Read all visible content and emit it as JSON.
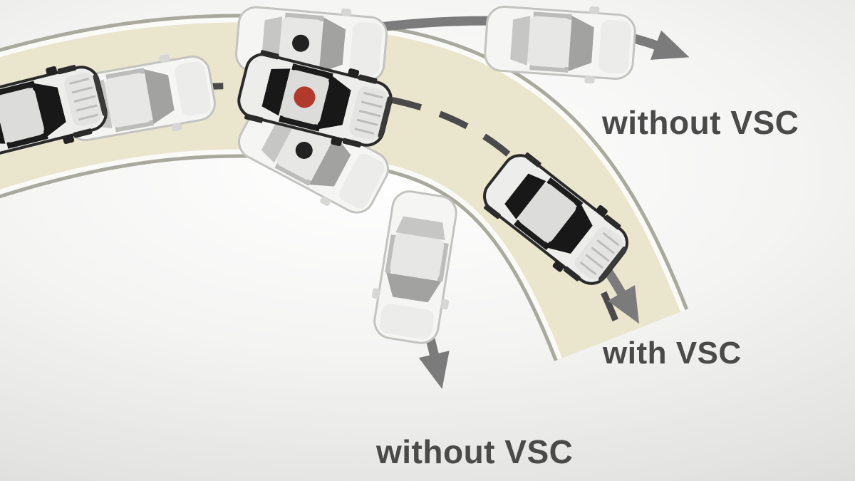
{
  "diagram": {
    "labels": {
      "without_vsc_top": "without VSC",
      "with_vsc": "with VSC",
      "without_vsc_bottom": "without VSC"
    },
    "colors": {
      "road": "#eae5cd",
      "road_edge_line": "#fafaf7",
      "road_border": "#a9a99e",
      "lane_divider": "#4a4a4a",
      "arrow": "#7b7b7b",
      "label_text": "#4a4a4a",
      "vsc_car_marker_red": "#b13a2c",
      "ghost_car_marker_black": "#222222"
    },
    "cars": [
      {
        "name": "car-entering-curve-dark"
      },
      {
        "name": "car-trail-ghost-left"
      },
      {
        "name": "car-ghost-straight-ahead"
      },
      {
        "name": "car-main-highlighted-red-marker"
      },
      {
        "name": "car-ghost-oversteer"
      },
      {
        "name": "car-spinning-out-without-vsc"
      },
      {
        "name": "car-following-curve-with-vsc"
      },
      {
        "name": "car-understeer-without-vsc"
      }
    ]
  }
}
